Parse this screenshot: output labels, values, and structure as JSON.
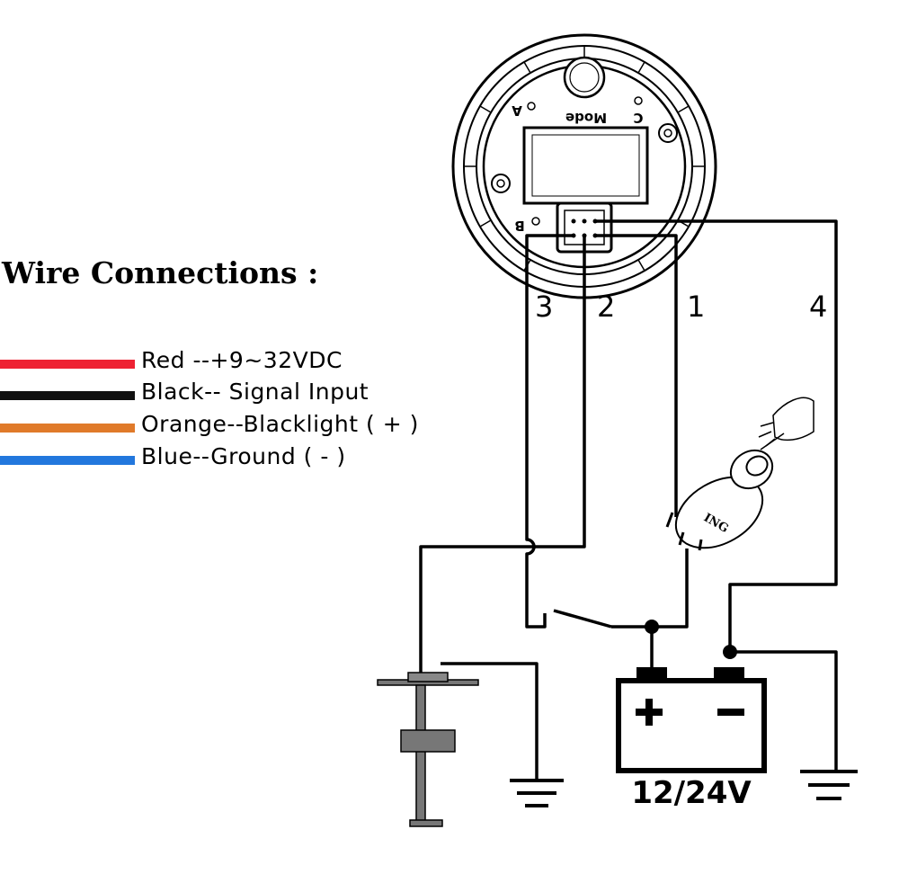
{
  "legend": {
    "title": "Wire Connections :",
    "items": [
      {
        "label": "Red --+9~32VDC",
        "color": "#ee2233"
      },
      {
        "label": "Black-- Signal  Input",
        "color": "#111111"
      },
      {
        "label": "Orange--Blacklight ( + )",
        "color": "#e07a2a"
      },
      {
        "label": "Blue--Ground ( - )",
        "color": "#2277dd"
      }
    ]
  },
  "gauge": {
    "mode_label": "Mode",
    "label_a": "A",
    "label_b": "B",
    "label_c": "C"
  },
  "wires": {
    "w1": "1",
    "w2": "2",
    "w3": "3",
    "w4": "4"
  },
  "ignition_switch": {
    "label": "ING"
  },
  "battery": {
    "label": "12/24V",
    "plus": "+",
    "minus": "-"
  }
}
